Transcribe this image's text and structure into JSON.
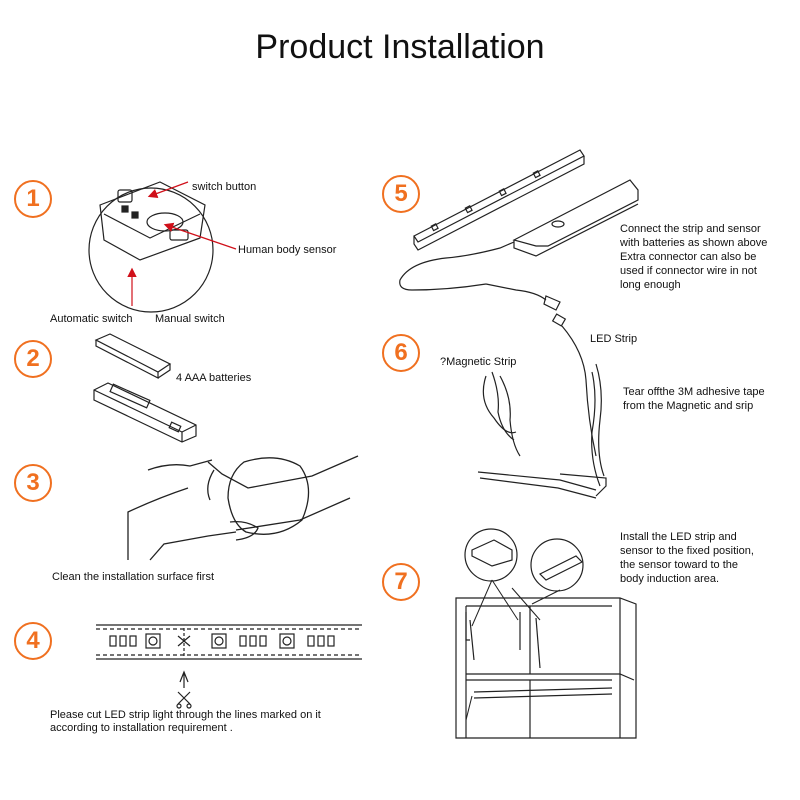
{
  "title": "Product Installation",
  "accent_color": "#f07020",
  "steps": [
    {
      "number": "1",
      "labels": {
        "switch_button": "switch button",
        "human_body_sensor": "Human body sensor",
        "automatic_switch": "Automatic switch",
        "manual_switch": "Manual switch"
      }
    },
    {
      "number": "2",
      "labels": {
        "batteries": "4 AAA batteries"
      }
    },
    {
      "number": "3",
      "labels": {
        "caption": "Clean the installation surface first"
      }
    },
    {
      "number": "4",
      "labels": {
        "caption_line1": "Please cut LED strip light through the lines marked on it",
        "caption_line2": "according to installation requirement ."
      }
    },
    {
      "number": "5",
      "labels": {
        "line1": "Connect the strip and sensor",
        "line2": "with batteries as shown above",
        "line3": "Extra connector can also be",
        "line4": "used if connector wire in not",
        "line5": "long enough"
      }
    },
    {
      "number": "6",
      "labels": {
        "magnetic_strip": "?Magnetic Strip",
        "led_strip": "LED Strip",
        "line1": "Tear offthe 3M adhesive tape",
        "line2": "from the Magnetic and srip"
      }
    },
    {
      "number": "7",
      "labels": {
        "line1": "Install the LED strip and",
        "line2": "sensor to the fixed position,",
        "line3": "the sensor toward to the",
        "line4": "body induction area."
      }
    }
  ]
}
